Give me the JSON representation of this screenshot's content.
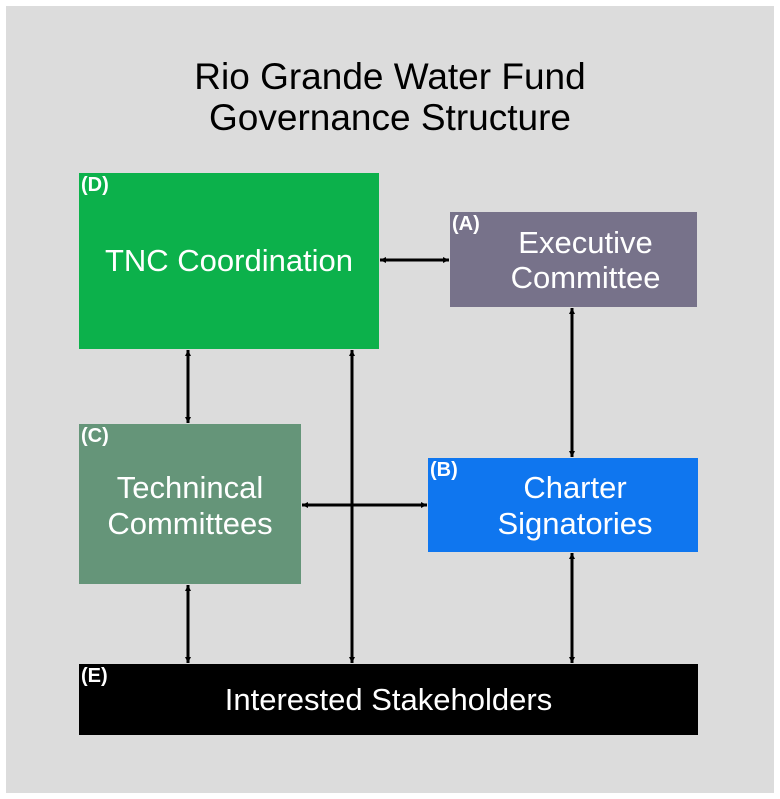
{
  "title": {
    "line1": "Rio Grande Water Fund",
    "line2": "Governance Structure"
  },
  "boxes": {
    "d": {
      "tag": "(D)",
      "line1": "TNC Coordination",
      "color": "#0cb14b"
    },
    "a": {
      "tag": "(A)",
      "line1": "Executive",
      "line2": "Committee",
      "color": "#77728a"
    },
    "c": {
      "tag": "(C)",
      "line1": "Technincal",
      "line2": "Committees",
      "color": "#659579"
    },
    "b": {
      "tag": "(B)",
      "line1": "Charter",
      "line2": "Signatories",
      "color": "#0f76ef"
    },
    "e": {
      "tag": "(E)",
      "line1": "Interested Stakeholders",
      "color": "#000000"
    }
  },
  "connections": [
    {
      "from": "D",
      "to": "A",
      "type": "bidirectional"
    },
    {
      "from": "A",
      "to": "B",
      "type": "bidirectional"
    },
    {
      "from": "D",
      "to": "C",
      "type": "bidirectional"
    },
    {
      "from": "C",
      "to": "B",
      "type": "bidirectional"
    },
    {
      "from": "C",
      "to": "E",
      "type": "bidirectional"
    },
    {
      "from": "D",
      "to": "E",
      "type": "bidirectional"
    },
    {
      "from": "B",
      "to": "E",
      "type": "bidirectional"
    }
  ]
}
